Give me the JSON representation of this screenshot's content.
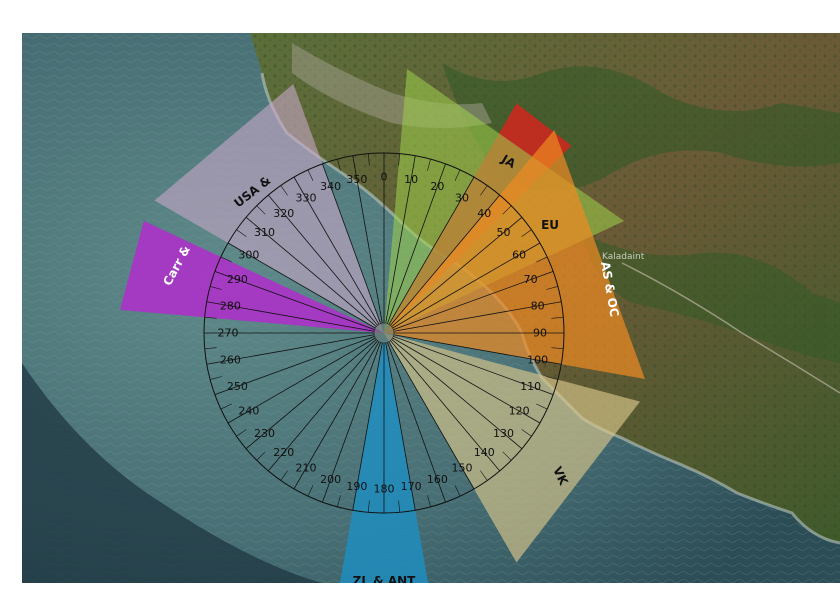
{
  "compass": {
    "degree_labels": [
      "0",
      "10",
      "20",
      "30",
      "40",
      "50",
      "60",
      "70",
      "80",
      "90",
      "100",
      "110",
      "120",
      "130",
      "140",
      "150",
      "160",
      "170",
      "180",
      "190",
      "200",
      "210",
      "220",
      "230",
      "240",
      "250",
      "260",
      "270",
      "280",
      "290",
      "300",
      "310",
      "320",
      "330",
      "340",
      "350"
    ]
  },
  "map": {
    "place_label": "Kaladaint"
  },
  "sectors": [
    {
      "id": "ja",
      "label": "JA",
      "color": "#d2261f",
      "from_deg": 30,
      "to_deg": 45,
      "opacity": 0.85
    },
    {
      "id": "eu",
      "label": "EU",
      "color": "#9ed14a",
      "from_deg": 5,
      "to_deg": 65,
      "opacity": 0.55
    },
    {
      "id": "as-oc",
      "label": "AS & OC",
      "color": "#f08a22",
      "from_deg": 40,
      "to_deg": 100,
      "opacity": 0.7
    },
    {
      "id": "vk",
      "label": "VK",
      "color": "#d8c68a",
      "from_deg": 105,
      "to_deg": 150,
      "opacity": 0.65
    },
    {
      "id": "zl-ant",
      "label": "ZL & ANT",
      "color": "#1f8fc2",
      "from_deg": 170,
      "to_deg": 190,
      "opacity": 0.82
    },
    {
      "id": "carr",
      "label": "Carr &",
      "color": "#b42ad0",
      "from_deg": 275,
      "to_deg": 295,
      "opacity": 0.82
    },
    {
      "id": "usa",
      "label": "USA &",
      "color": "#c8a6c8",
      "from_deg": 300,
      "to_deg": 340,
      "opacity": 0.6
    }
  ]
}
